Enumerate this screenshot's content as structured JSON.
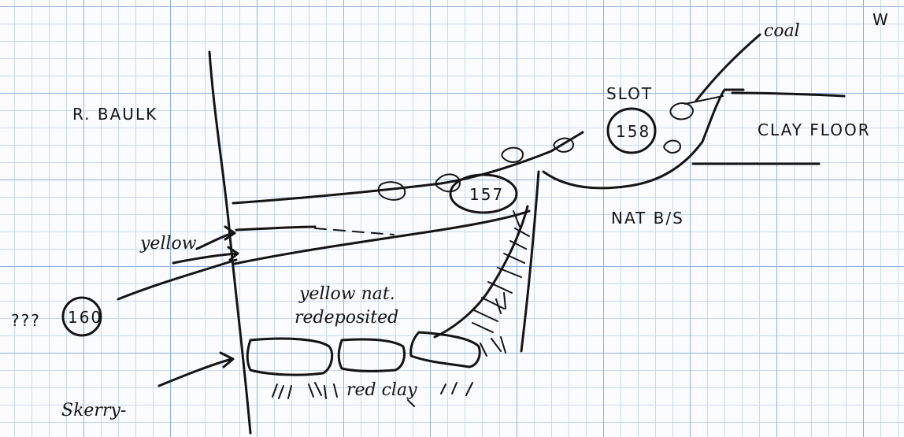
{
  "labels": {
    "w": "W",
    "coal": "coal",
    "slot": "SLOT",
    "clay_floor": "CLAY FLOOR",
    "r_baulk": "R. BAULK",
    "nat_bs": "NAT B/S",
    "yellow": "yellow",
    "yellow_nat_redeposited_1": "yellow nat.",
    "yellow_nat_redeposited_2": "redeposited",
    "red_clay": "red clay",
    "skerry": "Skerry-",
    "query_marks": "???"
  },
  "contexts": {
    "c157": "157",
    "c158": "158",
    "c160": "160"
  }
}
